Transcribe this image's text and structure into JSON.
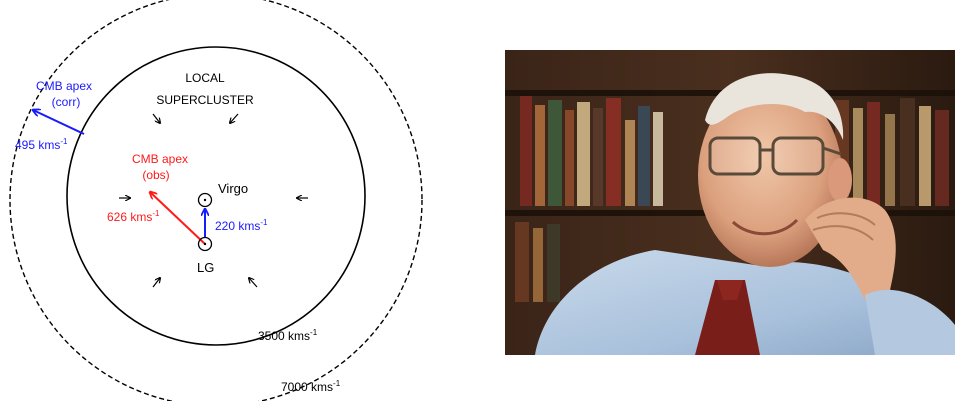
{
  "diagram": {
    "local_label_line1": "LOCAL",
    "local_label_line2": "SUPERCLUSTER",
    "cmb_corr_line1": "CMB apex",
    "cmb_corr_line2": "(corr)",
    "cmb_corr_speed": "495 kms",
    "cmb_obs_line1": "CMB apex",
    "cmb_obs_line2": "(obs)",
    "cmb_obs_speed": "626 kms",
    "virgo_label": "Virgo",
    "virgo_speed": "220 kms",
    "lg_label": "LG",
    "inner_radius_label": "3500 kms",
    "outer_radius_label": "7000 kms",
    "unit_exponent": "-1",
    "colors": {
      "blue": "#1a1aff",
      "red": "#ff1a1a",
      "black": "#000000"
    }
  },
  "photo": {
    "subject": "portrait of a smiling elderly man with glasses, light blue shirt and dark red tie, resting chin on hand in front of bookshelves"
  }
}
